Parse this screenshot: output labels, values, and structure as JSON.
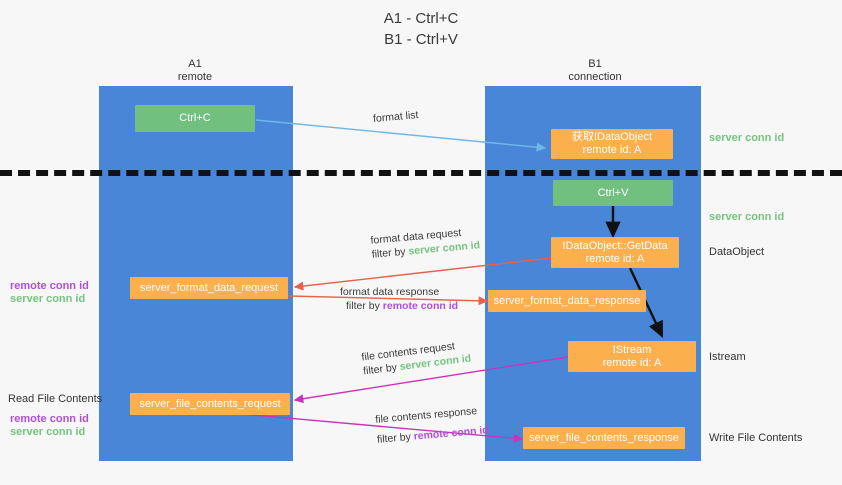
{
  "title": {
    "line1": "A1 - Ctrl+C",
    "line2": "B1 - Ctrl+V"
  },
  "lanes": [
    {
      "id": "a1",
      "title": "A1",
      "subtitle": "remote"
    },
    {
      "id": "b1",
      "title": "B1",
      "subtitle": "connection"
    }
  ],
  "nodes": {
    "ctrl_c": {
      "line1": "Ctrl+C",
      "line2": ""
    },
    "get_idataobject": {
      "line1": "获取IDataObject",
      "line2": "remote id: A"
    },
    "ctrl_v": {
      "line1": "Ctrl+V",
      "line2": ""
    },
    "getdata": {
      "line1": "IDataObject::GetData",
      "line2": "remote id: A"
    },
    "istream": {
      "line1": "IStream",
      "line2": "remote id: A"
    },
    "fmt_req": {
      "line1": "server_format_data_request",
      "line2": ""
    },
    "fmt_resp": {
      "line1": "server_format_data_response",
      "line2": ""
    },
    "file_req": {
      "line1": "server_file_contents_request",
      "line2": ""
    },
    "file_resp": {
      "line1": "server_file_contents_response",
      "line2": ""
    }
  },
  "right_labels": {
    "server_conn_id_top": "server conn id",
    "server_conn_id_mid": "server conn id",
    "dataobject": "DataObject",
    "istream": "Istream",
    "write_file_contents": "Write File Contents"
  },
  "left_labels": {
    "remote_conn_id_1": "remote conn id",
    "server_conn_id_1": "server conn id",
    "read_file_contents": "Read File Contents",
    "remote_conn_id_2": "remote conn id",
    "server_conn_id_2": "server conn id"
  },
  "edges": {
    "format_list": {
      "line1": "format list",
      "line2": "",
      "filter_prefix": "",
      "filter_value": ""
    },
    "format_data_request": {
      "line1": "format data request",
      "filter_prefix": "filter by ",
      "filter_value": "server conn id",
      "filter_color": "green"
    },
    "format_data_response": {
      "line1": "format data response",
      "filter_prefix": "filter by ",
      "filter_value": "remote conn id",
      "filter_color": "purple"
    },
    "file_contents_request": {
      "line1": "file contents request",
      "filter_prefix": "filter by ",
      "filter_value": "server conn id",
      "filter_color": "green"
    },
    "file_contents_response": {
      "line1": "file contents response",
      "filter_prefix": "filter by ",
      "filter_value": "remote conn id",
      "filter_color": "purple"
    }
  },
  "colors": {
    "lane": "#4a86d8",
    "green_node": "#72c080",
    "orange_node": "#fbb04d",
    "green_text": "#74c47f",
    "purple_text": "#b14fd8",
    "arrow_blue": "#6fb7e8",
    "arrow_red": "#e8614d",
    "arrow_black": "#111111",
    "arrow_magenta": "#cc33bb",
    "background": "#f7f7f7"
  }
}
